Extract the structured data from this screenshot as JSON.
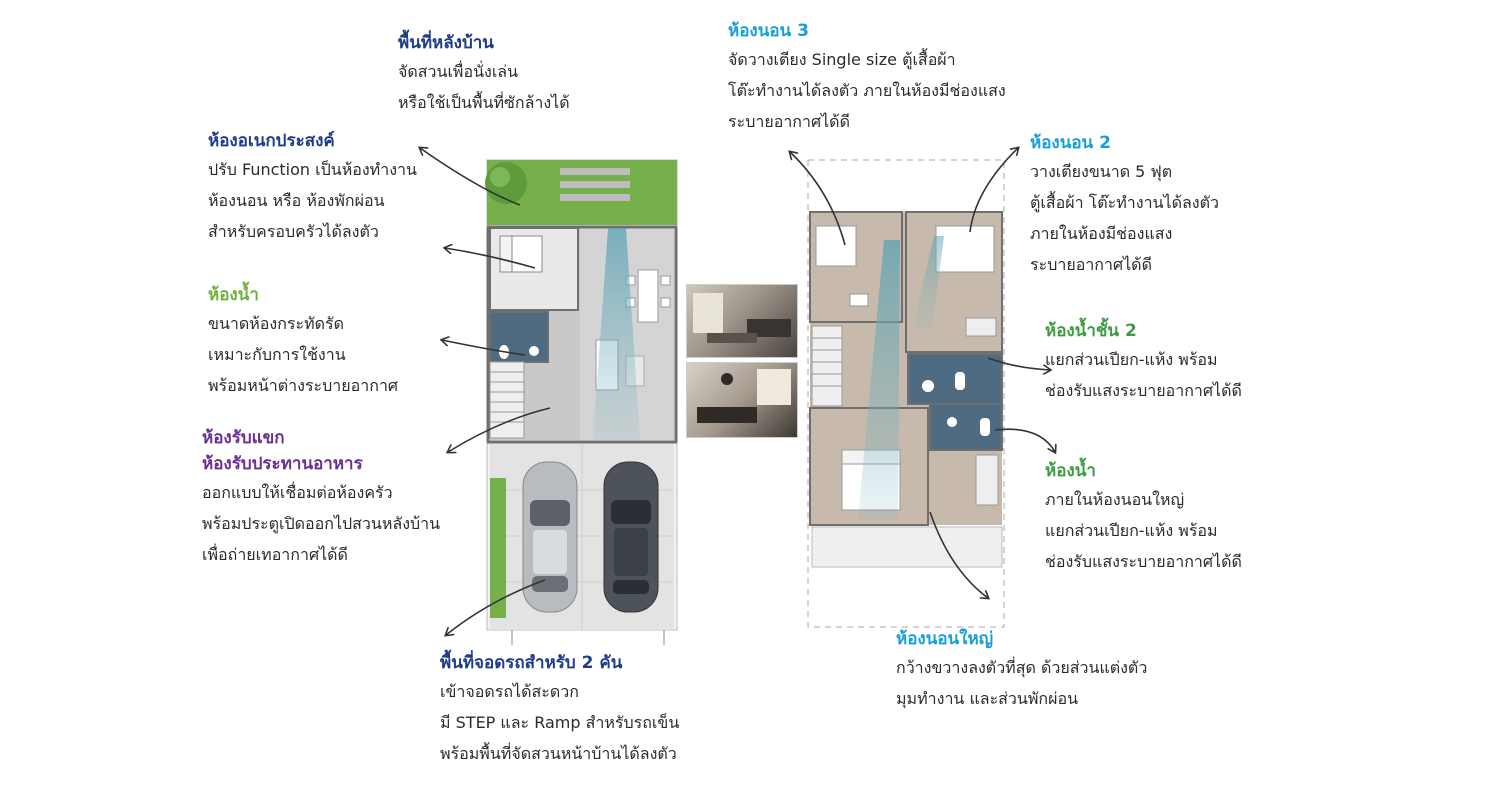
{
  "colors": {
    "navy": "#1f3c88",
    "sky": "#1a9ed8",
    "green": "#6fb13c",
    "dark_green": "#3f9a43",
    "purple": "#6a2f8f",
    "wall": "#6f6f6f",
    "floor_gray": "#c9c9c9",
    "wood_floor": "#c7b9ab",
    "bath_blue": "#4f6b82",
    "lawn": "#76b04a"
  },
  "left_annotations": {
    "backyard": {
      "title": "พื้นที่หลังบ้าน",
      "lines": [
        "จัดสวนเพื่อนั่งเล่น",
        "หรือใช้เป็นพื้นที่ซักล้างได้"
      ]
    },
    "multipurpose": {
      "title": "ห้องอเนกประสงค์",
      "lines": [
        "ปรับ Function เป็นห้องทำงาน",
        "ห้องนอน หรือ ห้องพักผ่อน",
        "สำหรับครอบครัวได้ลงตัว"
      ]
    },
    "bathroom": {
      "title": "ห้องน้ำ",
      "lines": [
        "ขนาดห้องกระทัดรัด",
        "เหมาะกับการใช้งาน",
        "พร้อมหน้าต่างระบายอากาศ"
      ]
    },
    "living": {
      "title_1": "ห้องรับแขก",
      "title_2": "ห้องรับประทานอาหาร",
      "lines": [
        "ออกแบบให้เชื่อมต่อห้องครัว",
        "พร้อมประตูเปิดออกไปสวนหลังบ้าน",
        "เพื่อถ่ายเทอากาศได้ดี"
      ]
    },
    "parking": {
      "title": "พื้นที่จอดรถสำหรับ 2 คัน",
      "lines": [
        "เข้าจอดรถได้สะดวก",
        "มี STEP และ Ramp สำหรับรถเข็น",
        "พร้อมพื้นที่จัดสวนหน้าบ้านได้ลงตัว"
      ]
    }
  },
  "right_annotations": {
    "bedroom3": {
      "title": "ห้องนอน 3",
      "lines": [
        "จัดวางเตียง Single size ตู้เสื้อผ้า",
        "โต๊ะทำงานได้ลงตัว ภายในห้องมีช่องแสง",
        "ระบายอากาศได้ดี"
      ]
    },
    "bedroom2": {
      "title": "ห้องนอน 2",
      "lines": [
        "วางเตียงขนาด 5 ฟุต",
        "ตู้เสื้อผ้า โต๊ะทำงานได้ลงตัว",
        "ภายในห้องมีช่องแสง",
        "ระบายอากาศได้ดี"
      ]
    },
    "bath2": {
      "title": "ห้องน้ำชั้น 2",
      "lines": [
        "แยกส่วนเปียก-แห้ง พร้อม",
        "ช่องรับแสงระบายอากาศได้ดี"
      ]
    },
    "masterbath": {
      "title": "ห้องน้ำ",
      "lines": [
        "ภายในห้องนอนใหญ่",
        "แยกส่วนเปียก-แห้ง พร้อม",
        "ช่องรับแสงระบายอากาศได้ดี"
      ]
    },
    "master": {
      "title": "ห้องนอนใหญ่",
      "lines": [
        "กว้างขวางลงตัวที่สุด ด้วยส่วนแต่งตัว",
        "มุมทำงาน และส่วนพักผ่อน"
      ]
    }
  }
}
